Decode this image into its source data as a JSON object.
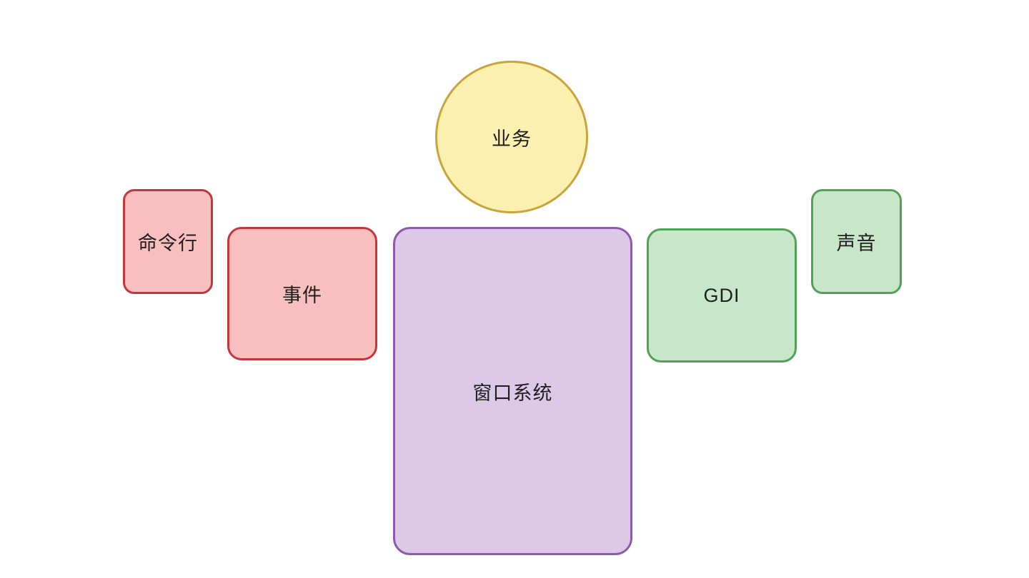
{
  "canvas": {
    "background": "#ffffff",
    "text_color": "#1f1f1f"
  },
  "diagram": {
    "nodes": [
      {
        "id": "business",
        "label": "业务",
        "shape": "circle",
        "fill": "#FBF0B0",
        "stroke": "#C9A43B"
      },
      {
        "id": "command-line",
        "label": "命令行",
        "shape": "rounded-rect",
        "fill": "#F9BEBE",
        "stroke": "#C4363C"
      },
      {
        "id": "event",
        "label": "事件",
        "shape": "rounded-rect",
        "fill": "#F9BEBE",
        "stroke": "#C4363C"
      },
      {
        "id": "window-system",
        "label": "窗口系统",
        "shape": "rounded-rect",
        "fill": "#DCC9E8",
        "stroke": "#8E5BA8"
      },
      {
        "id": "gdi",
        "label": "GDI",
        "shape": "rounded-rect",
        "fill": "#C8E7C8",
        "stroke": "#53A158"
      },
      {
        "id": "sound",
        "label": "声音",
        "shape": "rounded-rect",
        "fill": "#C8E7C8",
        "stroke": "#53A158"
      }
    ]
  }
}
